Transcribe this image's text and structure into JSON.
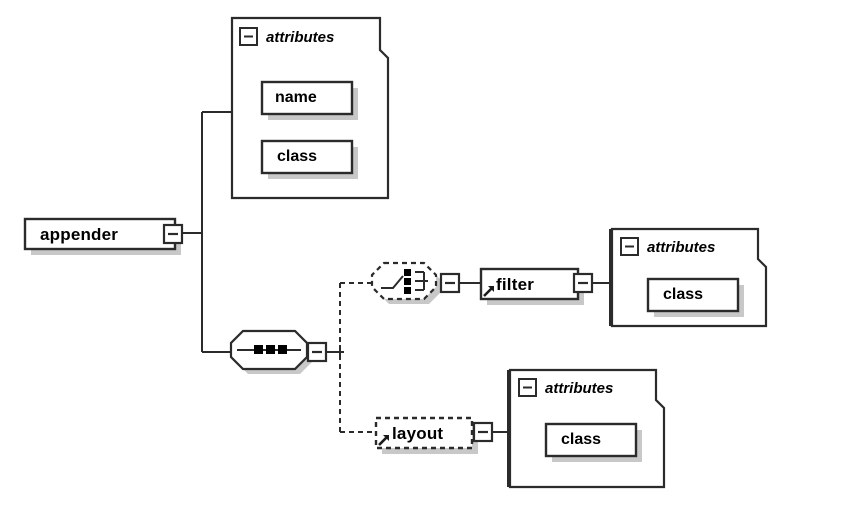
{
  "diagram": {
    "type": "xml-schema-content-model",
    "title": "appender",
    "colors": {
      "stroke": "#2b2b2b",
      "fill": "#ffffff",
      "shadow": "#c8c8c8",
      "background": "#ffffff",
      "text": "#000000"
    },
    "root": {
      "name": "appender",
      "label": "appender",
      "kind": "element",
      "required": true,
      "expander": "minus"
    },
    "nodes": [
      {
        "id": "appender",
        "label": "appender",
        "kind": "element",
        "style": "solid",
        "expander": "minus",
        "has_arrow_glyph": false
      },
      {
        "id": "appender-attributes",
        "label": "attributes",
        "kind": "attributes-group",
        "expander": "minus",
        "attributes": [
          {
            "id": "appender-attr-name",
            "label": "name",
            "kind": "attribute",
            "style": "solid"
          },
          {
            "id": "appender-attr-class",
            "label": "class",
            "kind": "attribute",
            "style": "solid"
          }
        ]
      },
      {
        "id": "appender-sequence",
        "label": "sequence",
        "kind": "sequence-compositor",
        "style": "solid",
        "glyph": "three-dots",
        "expander": "minus"
      },
      {
        "id": "filter-choice",
        "label": "choice",
        "kind": "choice-compositor",
        "style": "dashed",
        "glyph": "choice-branches",
        "expander": "minus",
        "optional": true,
        "repeating": true
      },
      {
        "id": "filter",
        "label": "filter",
        "kind": "element",
        "style": "solid",
        "expander": "minus",
        "has_arrow_glyph": true
      },
      {
        "id": "filter-attributes",
        "label": "attributes",
        "kind": "attributes-group",
        "expander": "minus",
        "attributes": [
          {
            "id": "filter-attr-class",
            "label": "class",
            "kind": "attribute",
            "style": "solid"
          }
        ]
      },
      {
        "id": "layout",
        "label": "layout",
        "kind": "element",
        "style": "dashed",
        "expander": "minus",
        "optional": true,
        "has_arrow_glyph": true
      },
      {
        "id": "layout-attributes",
        "label": "attributes",
        "kind": "attributes-group",
        "expander": "minus",
        "attributes": [
          {
            "id": "layout-attr-class",
            "label": "class",
            "kind": "attribute",
            "style": "solid"
          }
        ]
      }
    ],
    "edges": [
      {
        "from": "appender",
        "to": "appender-attributes",
        "style": "solid"
      },
      {
        "from": "appender",
        "to": "appender-sequence",
        "style": "solid"
      },
      {
        "from": "appender-sequence",
        "to": "filter-choice",
        "style": "dashed"
      },
      {
        "from": "appender-sequence",
        "to": "layout",
        "style": "dashed"
      },
      {
        "from": "filter-choice",
        "to": "filter",
        "style": "solid"
      },
      {
        "from": "filter",
        "to": "filter-attributes",
        "style": "solid"
      },
      {
        "from": "layout",
        "to": "layout-attributes",
        "style": "solid"
      }
    ]
  },
  "labels": {
    "appender": "appender",
    "attributes_header": "attributes",
    "attr_name": "name",
    "attr_class": "class",
    "filter": "filter",
    "layout": "layout",
    "class_filter": "class",
    "class_layout": "class"
  }
}
